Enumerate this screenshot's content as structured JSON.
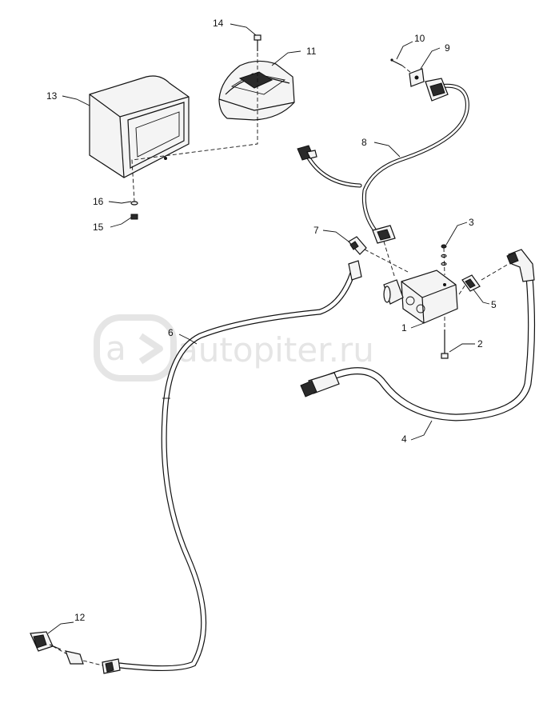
{
  "watermark": {
    "icon": "a-arrow-logo-icon",
    "text": "autopiter.ru"
  },
  "callouts": {
    "c1": "1",
    "c2": "2",
    "c3": "3",
    "c4": "4",
    "c5": "5",
    "c6": "6",
    "c7": "7",
    "c8": "8",
    "c9": "9",
    "c10": "10",
    "c11": "11",
    "c12": "12",
    "c13": "13",
    "c14": "14",
    "c15": "15",
    "c16": "16"
  }
}
